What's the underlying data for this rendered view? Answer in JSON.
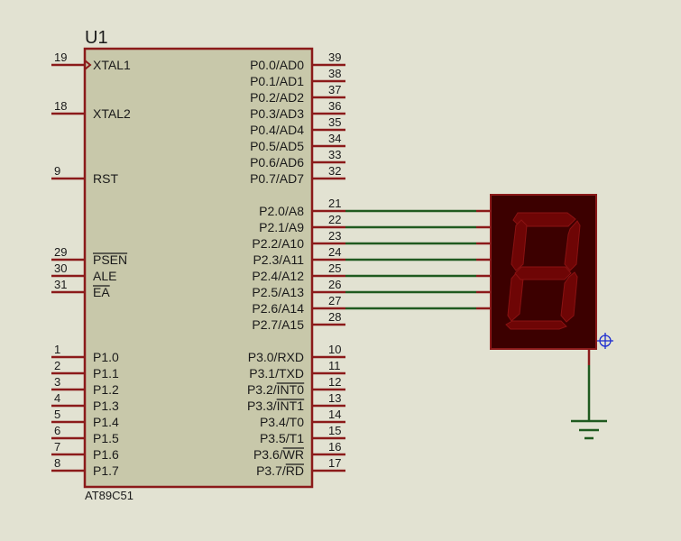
{
  "schematic": {
    "ref": "U1",
    "part": "AT89C51",
    "left_pins": [
      {
        "num": "19",
        "name": "XTAL1",
        "clock": true
      },
      {
        "num": "18",
        "name": "XTAL2"
      },
      {
        "num": "9",
        "name": "RST"
      },
      {
        "num": "29",
        "name": "PSEN",
        "overbar": true
      },
      {
        "num": "30",
        "name": "ALE"
      },
      {
        "num": "31",
        "name": "EA",
        "overbar": true
      },
      {
        "num": "1",
        "name": "P1.0"
      },
      {
        "num": "2",
        "name": "P1.1"
      },
      {
        "num": "3",
        "name": "P1.2"
      },
      {
        "num": "4",
        "name": "P1.3"
      },
      {
        "num": "5",
        "name": "P1.4"
      },
      {
        "num": "6",
        "name": "P1.5"
      },
      {
        "num": "7",
        "name": "P1.6"
      },
      {
        "num": "8",
        "name": "P1.7"
      }
    ],
    "right_pins": [
      {
        "num": "39",
        "name": "P0.0/AD0"
      },
      {
        "num": "38",
        "name": "P0.1/AD1"
      },
      {
        "num": "37",
        "name": "P0.2/AD2"
      },
      {
        "num": "36",
        "name": "P0.3/AD3"
      },
      {
        "num": "35",
        "name": "P0.4/AD4"
      },
      {
        "num": "34",
        "name": "P0.5/AD5"
      },
      {
        "num": "33",
        "name": "P0.6/AD6"
      },
      {
        "num": "32",
        "name": "P0.7/AD7"
      },
      {
        "num": "21",
        "name": "P2.0/A8",
        "wired": true
      },
      {
        "num": "22",
        "name": "P2.1/A9",
        "wired": true
      },
      {
        "num": "23",
        "name": "P2.2/A10",
        "wired": true
      },
      {
        "num": "24",
        "name": "P2.3/A11",
        "wired": true
      },
      {
        "num": "25",
        "name": "P2.4/A12",
        "wired": true
      },
      {
        "num": "26",
        "name": "P2.5/A13",
        "wired": true
      },
      {
        "num": "27",
        "name": "P2.6/A14",
        "wired": true
      },
      {
        "num": "28",
        "name": "P2.7/A15"
      },
      {
        "num": "10",
        "name": "P3.0/RXD"
      },
      {
        "num": "11",
        "name": "P3.1/TXD"
      },
      {
        "num": "12",
        "name": "P3.2/",
        "suffix_overbar": "INT0"
      },
      {
        "num": "13",
        "name": "P3.3/",
        "suffix_overbar": "INT1"
      },
      {
        "num": "14",
        "name": "P3.4/T0"
      },
      {
        "num": "15",
        "name": "P3.5/T1"
      },
      {
        "num": "16",
        "name": "P3.6/",
        "suffix_overbar": "WR"
      },
      {
        "num": "17",
        "name": "P3.7/",
        "suffix_overbar": "RD"
      }
    ],
    "colors": {
      "background": "#e2e2d2",
      "chip_fill": "#c8c8aa",
      "chip_border": "#8b1a1a",
      "pin": "#8b1a1a",
      "wire": "#1f5a1f",
      "display_body": "#3c0000",
      "segment": "#6e0505",
      "segment_edge": "#8a1212",
      "probe": "#1a2ad0"
    }
  }
}
